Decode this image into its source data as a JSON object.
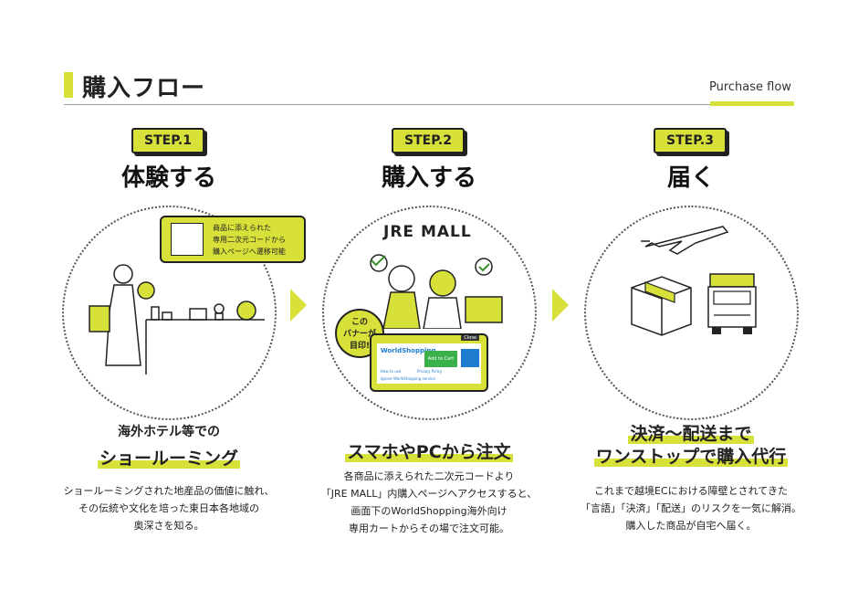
{
  "header": {
    "title": "購入フロー",
    "subtitle": "Purchase flow",
    "accent_color": "#d8e03a"
  },
  "steps": [
    {
      "badge": "STEP.1",
      "title": "体験する",
      "lead_small": "海外ホテル等での",
      "lead_big": [
        "ショールーミング"
      ],
      "desc": [
        "ショールーミングされた地産品の価値に触れ、",
        "その伝統や文化を培った東日本各地域の",
        "奥深さを知る。"
      ],
      "qr_text": [
        "商品に添えられた",
        "専用二次元コードから",
        "購入ページへ遷移可能"
      ]
    },
    {
      "badge": "STEP.2",
      "title": "購入する",
      "lead_big": [
        "スマホやPCから注文"
      ],
      "desc": [
        "各商品に添えられた二次元コードより",
        "「JRE MALL」内購入ページへアクセスすると、",
        "画面下のWorldShopping海外向け",
        "専用カートからその場で注文可能。"
      ],
      "logo": "JRE MALL",
      "banner_tag": [
        "この",
        "バナーが",
        "目印!"
      ],
      "ws": {
        "logo": "WorldShopping",
        "add_to_cart": "Add to Cart",
        "close": "Close",
        "link1": "How to use",
        "link2": "Privacy Policy",
        "link3": "Ignore WorldShopping service"
      }
    },
    {
      "badge": "STEP.3",
      "title": "届く",
      "lead_big": [
        "決済〜配送まで",
        "ワンストップで購入代行"
      ],
      "desc": [
        "これまで越境ECにおける障壁とされてきた",
        "「言語」「決済」「配送」のリスクを一気に解消。",
        "購入した商品が自宅へ届く。"
      ]
    }
  ]
}
